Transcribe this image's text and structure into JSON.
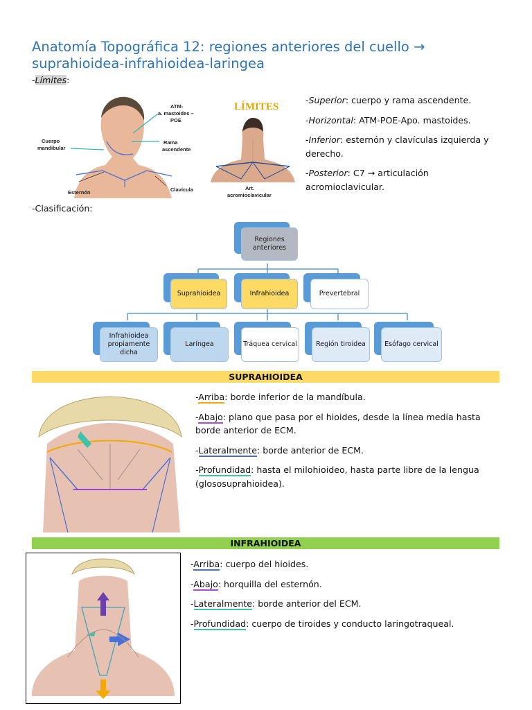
{
  "title": "Anatomía Topográfica 12: regiones anteriores del cuello → suprahioidea-infrahioidea-laringea",
  "limites": {
    "label_prefix": "-",
    "label": "Límites",
    "label_suffix": ":",
    "items": [
      {
        "key": "Superior",
        "text": ": cuerpo y rama ascendente."
      },
      {
        "key": "Horizontal",
        "text": ": ATM-POE-Apo. mastoides."
      },
      {
        "key": "Inferior",
        "text": ": esternón y clavículas izquierda y derecho."
      },
      {
        "key": "Posterior",
        "text": ": C7 → articulación acromioclavicular."
      }
    ],
    "figure_left_labels": {
      "atm": "ATM-",
      "mastoides": "a. mastoides –",
      "poe": "POE",
      "cuerpo": "Cuerpo",
      "mandibular": "mandibular",
      "rama": "Rama",
      "ascendente": "ascendente",
      "esternon": "Esternón",
      "clavicula": "Clavícula"
    },
    "figure_right_labels": {
      "heading": "LÍMITES",
      "art": "Art.",
      "acromio": "acromioclavicular"
    }
  },
  "clasificacion": {
    "label": "-Clasificación:",
    "root": "Regiones anteriores",
    "level2": [
      "Suprahioidea",
      "Infrahioidea",
      "Prevertebral"
    ],
    "level3": [
      "Infrahioidea propiamente dicha",
      "Laríngea",
      "Tráquea cervical",
      "Región tiroidea",
      "Esófago cervical"
    ]
  },
  "suprahioidea": {
    "heading": "SUPRAHIOIDEA",
    "bar_color": "#fdd966",
    "items": [
      {
        "prefix": "-",
        "key": "Arriba",
        "text": ": borde inferior de la mandíbula."
      },
      {
        "prefix": "-",
        "key": "Abajo",
        "text": ": plano que pasa por el hioides, desde la línea media hasta borde anterior de ECM."
      },
      {
        "prefix": "-",
        "key": "Lateralmente",
        "text": ": borde anterior de ECM."
      },
      {
        "prefix": "-",
        "key": "Profundidad",
        "text": ": hasta el milohioideo, hasta parte libre de la lengua (glososuprahioidea)."
      }
    ]
  },
  "infrahioidea": {
    "heading": "INFRAHIOIDEA",
    "bar_color": "#92d050",
    "items": [
      {
        "prefix": "-",
        "key": "Arriba",
        "text": ": cuerpo del hioides."
      },
      {
        "prefix": "-",
        "key": "Abajo",
        "text": ": horquilla del esternón."
      },
      {
        "prefix": "-",
        "key": "Lateralmente",
        "text": ": borde anterior del ECM."
      },
      {
        "prefix": "-",
        "key": "Profundidad",
        "text": ": cuerpo de tiroides y conducto laringotraqueal."
      }
    ]
  }
}
